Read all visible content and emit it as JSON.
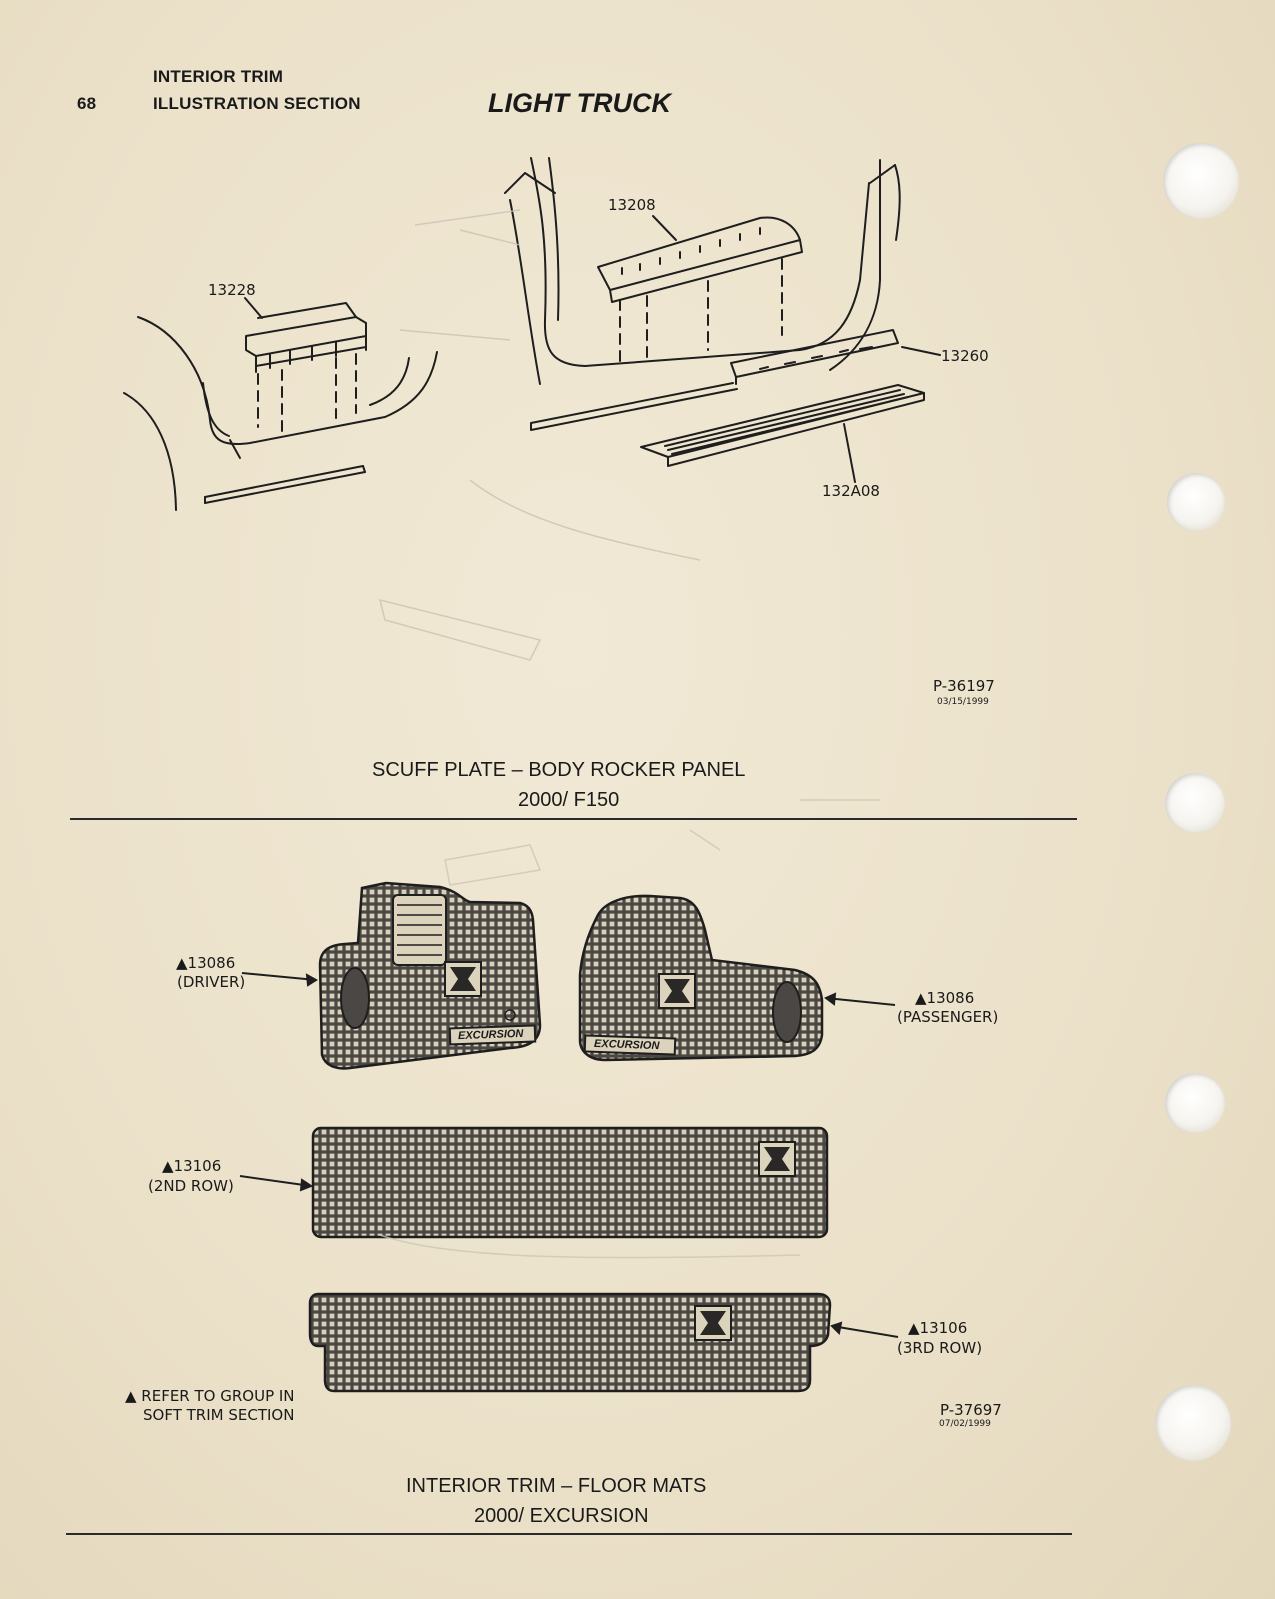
{
  "header": {
    "page_number": "68",
    "section_line1": "INTERIOR TRIM",
    "section_line2": "ILLUSTRATION SECTION",
    "title": "LIGHT TRUCK"
  },
  "figure1": {
    "callouts": {
      "part_13208": "13208",
      "part_13228": "13228",
      "part_13260": "13260",
      "part_132A08": "132A08"
    },
    "ref_number": "P-36197",
    "ref_date": "03/15/1999",
    "caption_line1": "SCUFF PLATE – BODY ROCKER PANEL",
    "caption_line2": "2000/ F150"
  },
  "figure2": {
    "callouts": {
      "driver_num": "▲13086",
      "driver_label": "(DRIVER)",
      "passenger_num": "▲13086",
      "passenger_label": "(PASSENGER)",
      "row2_num": "▲13106",
      "row2_label": "(2ND ROW)",
      "row3_num": "▲13106",
      "row3_label": "(3RD ROW)"
    },
    "mat_text": "EXCURSION",
    "note_line1": "▲ REFER TO GROUP IN",
    "note_line2": "SOFT TRIM SECTION",
    "ref_number": "P-37697",
    "ref_date": "07/02/1999",
    "caption_line1": "INTERIOR TRIM – FLOOR MATS",
    "caption_line2": "2000/ EXCURSION"
  }
}
